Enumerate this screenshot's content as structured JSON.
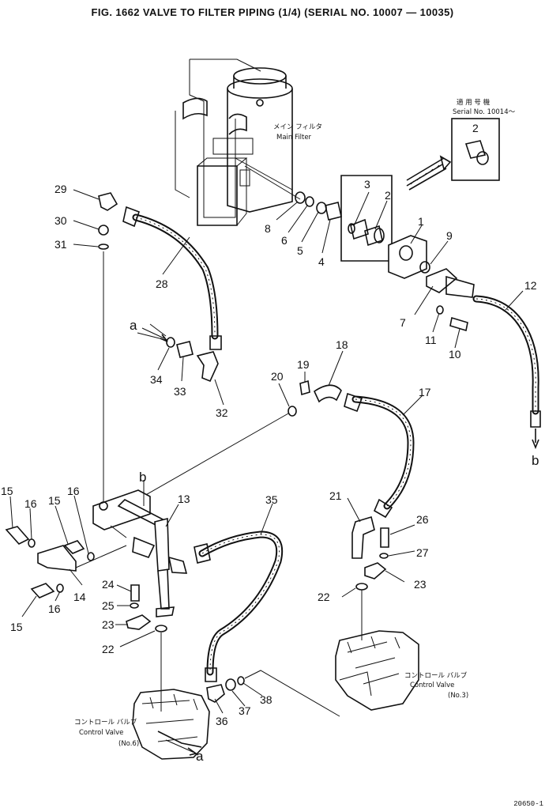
{
  "title": "FIG. 1662  VALVE TO FILTER PIPING (1/4) (SERIAL NO. 10007 — 10035)",
  "callouts": {
    "main_filter_jp": "メイン フィルタ",
    "main_filter": "Main Filter",
    "serial_jp": "適 用 号 機",
    "serial": "Serial No. 10014〜",
    "cv6_jp": "コントロール バルブ",
    "cv6": "Control Valve",
    "cv6_no": "(No.6)",
    "cv3_jp": "コントロール バルブ",
    "cv3": "Control Valve",
    "cv3_no": "(No.3)",
    "a_top": "a",
    "a_bottom": "a",
    "b_right": "b",
    "b_center": "b"
  },
  "part_numbers": {
    "p1": "1",
    "p2": "2",
    "p2b": "2",
    "p3": "3",
    "p4": "4",
    "p5": "5",
    "p6": "6",
    "p8": "8",
    "p9": "9",
    "p7": "7",
    "p10": "10",
    "p11": "11",
    "p12": "12",
    "p13": "13",
    "p14": "14",
    "p15a": "15",
    "p15b": "15",
    "p15c": "15",
    "p16a": "16",
    "p16b": "16",
    "p16c": "16",
    "p17": "17",
    "p18": "18",
    "p19": "19",
    "p20": "20",
    "p21": "21",
    "p22a": "22",
    "p22b": "22",
    "p23a": "23",
    "p23b": "23",
    "p24": "24",
    "p25": "25",
    "p26": "26",
    "p27": "27",
    "p28": "28",
    "p29": "29",
    "p30": "30",
    "p31": "31",
    "p32": "32",
    "p33": "33",
    "p34": "34",
    "p35": "35",
    "p36": "36",
    "p37": "37",
    "p38": "38"
  },
  "corner_code": "20650-1"
}
